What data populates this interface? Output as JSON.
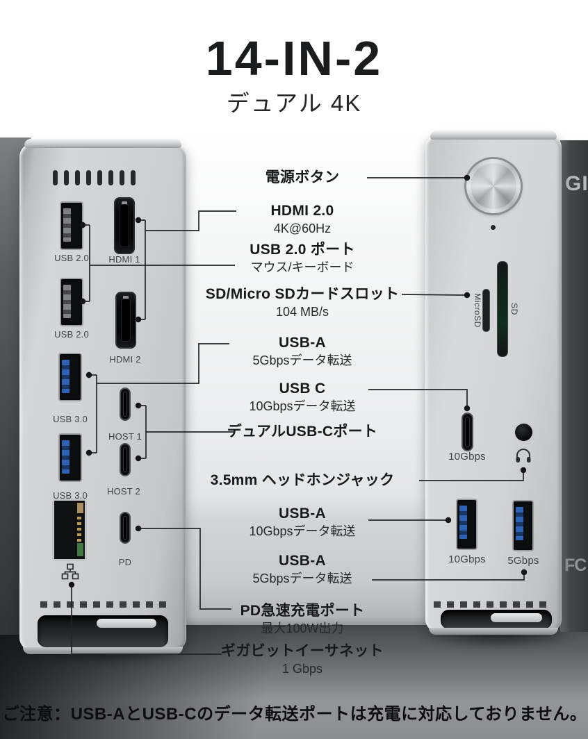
{
  "title": "14-IN-2",
  "subtitle": "デュアル 4K",
  "callouts": [
    {
      "label": "電源ボタン",
      "sub": ""
    },
    {
      "label": "HDMI 2.0",
      "sub": "4K@60Hz"
    },
    {
      "label": "USB 2.0 ポート",
      "sub": "マウス/キーボード"
    },
    {
      "label": "SD/Micro SDカードスロット",
      "sub": "104 MB/s"
    },
    {
      "label": "USB-A",
      "sub": "5Gbpsデータ転送"
    },
    {
      "label": "USB C",
      "sub": "10Gbpsデータ転送"
    },
    {
      "label": "デュアルUSB-Cポート",
      "sub": ""
    },
    {
      "label": "3.5mm ヘッドホンジャック",
      "sub": ""
    },
    {
      "label": "USB-A",
      "sub": "10Gbpsデータ転送"
    },
    {
      "label": "USB-A",
      "sub": "5Gbpsデータ転送"
    },
    {
      "label": "PD急速充電ポート",
      "sub": "最大100W出力"
    },
    {
      "label": "ギガビットイーサネット",
      "sub": "1 Gbps"
    }
  ],
  "left_device": {
    "ports": {
      "usb2_top": "USB 2.0",
      "hdmi1": "HDMI 1",
      "usb2_bottom": "USB 2.0",
      "hdmi2": "HDMI 2",
      "usb3_top": "USB 3.0",
      "host1": "HOST 1",
      "usb3_bottom": "USB 3.0",
      "host2": "HOST 2",
      "pd": "PD"
    }
  },
  "right_device": {
    "microsd": "MicroSD",
    "sd": "SD",
    "usbc_speed": "10Gbps",
    "usba_left_speed": "10Gbps",
    "usba_right_speed": "5Gbps",
    "brand_partial": "GI",
    "fcc_mark": "FC"
  },
  "note": "ご注意：USB-AとUSB-Cのデータ転送ポートは充電に対応しておりません。",
  "colors": {
    "usb3_blue": "#2e62b5",
    "title_text": "#1b1c1e",
    "leader_line": "#222426",
    "sd_slot_green": "#0f2e1d"
  }
}
